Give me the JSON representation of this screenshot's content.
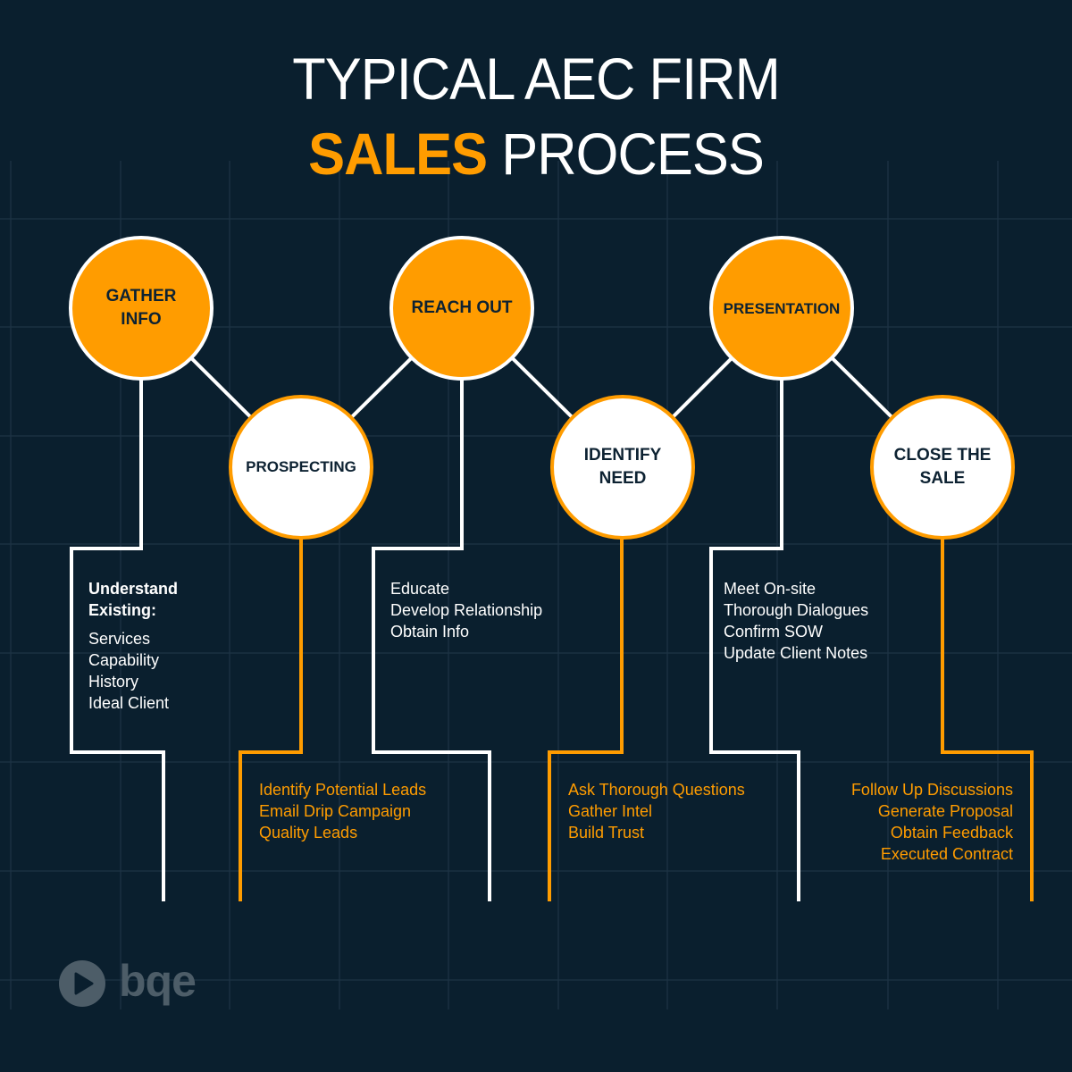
{
  "colors": {
    "background": "#0a1f2e",
    "grid": "#1e3445",
    "accent": "#ff9c00",
    "white": "#ffffff",
    "node_text": "#0d2232",
    "logo": "#4d5d68"
  },
  "title": {
    "line1": "TYPICAL AEC FIRM",
    "line2_accent": "SALES",
    "line2_rest": " PROCESS"
  },
  "steps": [
    {
      "id": "gather-info",
      "label_lines": [
        "GATHER",
        "INFO"
      ],
      "fill": "orange",
      "heading": [
        "Understand",
        "Existing:"
      ],
      "items": [
        "Services",
        "Capability",
        "History",
        "Ideal Client"
      ]
    },
    {
      "id": "prospecting",
      "label_lines": [
        "PROSPECTING"
      ],
      "fill": "white",
      "items": [
        "Identify Potential Leads",
        "Email Drip Campaign",
        "Quality Leads"
      ]
    },
    {
      "id": "reach-out",
      "label_lines": [
        "REACH OUT"
      ],
      "fill": "orange",
      "items": [
        "Educate",
        "Develop Relationship",
        "Obtain Info"
      ]
    },
    {
      "id": "identify-need",
      "label_lines": [
        "IDENTIFY",
        "NEED"
      ],
      "fill": "white",
      "items": [
        "Ask Thorough Questions",
        "Gather Intel",
        "Build Trust"
      ]
    },
    {
      "id": "presentation",
      "label_lines": [
        "PRESENTATION"
      ],
      "fill": "orange",
      "items": [
        "Meet On-site",
        "Thorough Dialogues",
        "Confirm SOW",
        "Update Client Notes"
      ]
    },
    {
      "id": "close-the-sale",
      "label_lines": [
        "CLOSE THE",
        "SALE"
      ],
      "fill": "white",
      "items": [
        "Follow Up Discussions",
        "Generate Proposal",
        "Obtain Feedback",
        "Executed Contract"
      ]
    }
  ],
  "logo": {
    "icon": "play-circle-icon",
    "text": "bqe"
  }
}
